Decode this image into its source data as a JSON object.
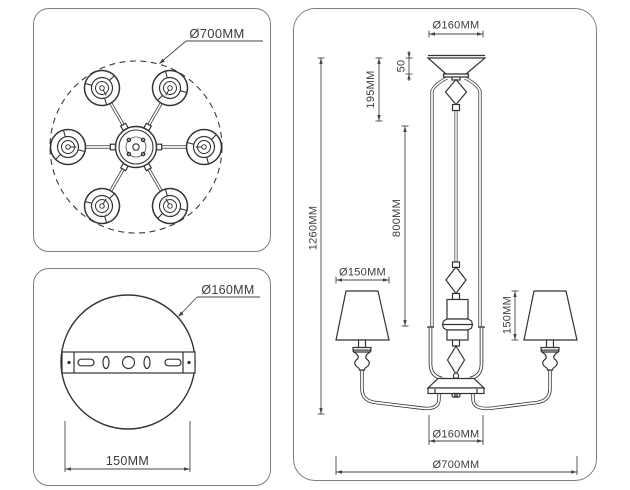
{
  "top_view": {
    "diameter_label": "Ø700MM"
  },
  "canopy_view": {
    "diameter_label": "Ø160MM",
    "mount_spacing_label": "150MM"
  },
  "side_view": {
    "canopy_width_label": "Ø160MM",
    "canopy_height_label": "50",
    "upper_section_label": "195MM",
    "overall_height_label": "1260MM",
    "stem_label": "800MM",
    "shade_diameter_label": "Ø150MM",
    "shade_height_label": "150MM",
    "base_hub_label": "Ø160MM",
    "overall_width_label": "Ø700MM"
  },
  "colors": {
    "line": "#333333",
    "dimension": "#464646",
    "panel_border": "#7e7e7e",
    "background": "#ffffff"
  }
}
